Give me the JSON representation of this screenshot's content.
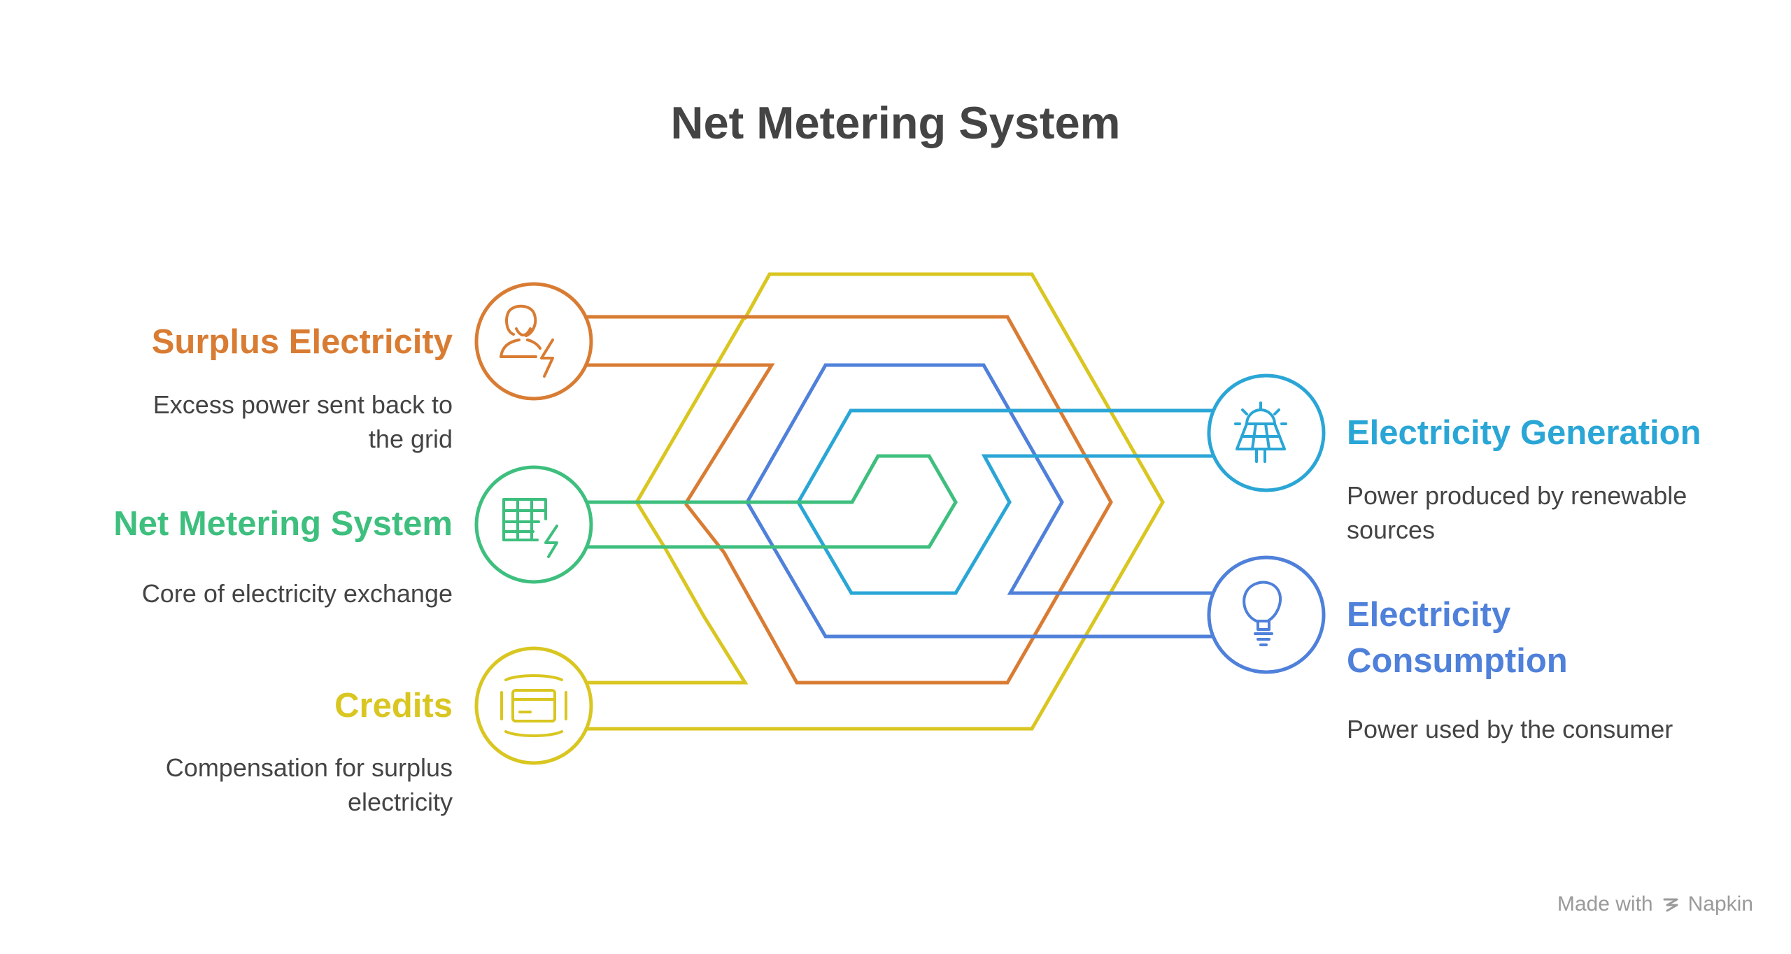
{
  "title": "Net Metering System",
  "colors": {
    "orange": "#D97C33",
    "green": "#3EBF7E",
    "yellow": "#D9C620",
    "cyan": "#2AA6D6",
    "blue": "#4F80DA",
    "text": "#444444"
  },
  "items": {
    "surplus": {
      "heading": "Surplus Electricity",
      "desc_lines": [
        "Excess power sent back to",
        "the grid"
      ],
      "icon": "person-lightning-icon"
    },
    "system": {
      "heading": "Net Metering System",
      "desc_lines": [
        "Core of electricity exchange"
      ],
      "icon": "grid-lightning-icon"
    },
    "credits": {
      "heading": "Credits",
      "desc_lines": [
        "Compensation for surplus",
        "electricity"
      ],
      "icon": "credit-card-icon"
    },
    "generation": {
      "heading": "Electricity Generation",
      "desc_lines": [
        "Power produced by renewable",
        "sources"
      ],
      "icon": "solar-panel-icon"
    },
    "consumption": {
      "heading_lines": [
        "Electricity",
        "Consumption"
      ],
      "desc_lines": [
        "Power used by the consumer"
      ],
      "icon": "light-bulb-icon"
    }
  },
  "watermark": {
    "prefix": "Made with",
    "brand": "Napkin"
  }
}
